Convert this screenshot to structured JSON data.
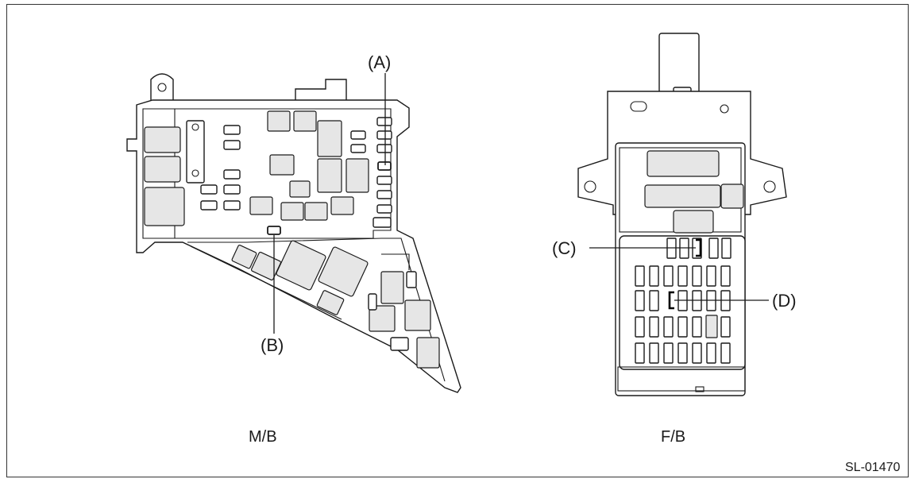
{
  "callouts": {
    "a": "(A)",
    "b": "(B)",
    "c": "(C)",
    "d": "(D)"
  },
  "captions": {
    "main_box": "M/B",
    "fuse_box": "F/B"
  },
  "figure_id": "SL-01470"
}
